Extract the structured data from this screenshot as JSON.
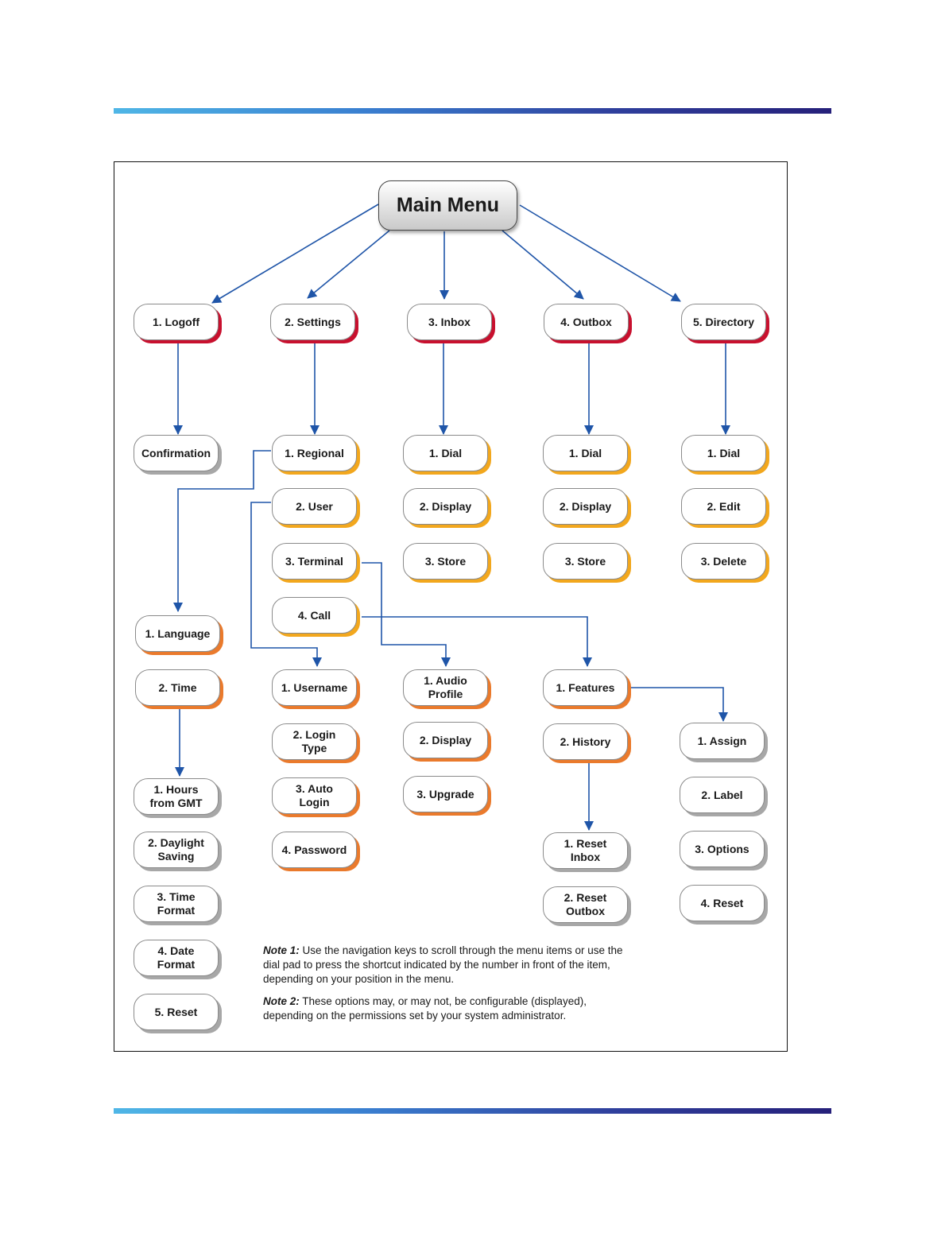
{
  "diagram": {
    "main_menu": "Main Menu",
    "top": {
      "logoff": "1. Logoff",
      "settings": "2. Settings",
      "inbox": "3. Inbox",
      "outbox": "4. Outbox",
      "directory": "5. Directory"
    },
    "logoff_children": {
      "confirmation": "Confirmation"
    },
    "settings_children": {
      "regional": "1. Regional",
      "user": "2. User",
      "terminal": "3. Terminal",
      "call": "4. Call"
    },
    "inbox_children": {
      "dial": "1. Dial",
      "display": "2. Display",
      "store": "3. Store"
    },
    "outbox_children": {
      "dial": "1. Dial",
      "display": "2. Display",
      "store": "3. Store"
    },
    "directory_children": {
      "dial": "1. Dial",
      "edit": "2. Edit",
      "delete": "3. Delete"
    },
    "regional_children": {
      "language": "1. Language",
      "time": "2. Time"
    },
    "time_children": {
      "hours": "1. Hours\nfrom GMT",
      "daylight": "2. Daylight\nSaving",
      "time_format": "3. Time\nFormat",
      "date_format": "4. Date\nFormat",
      "reset": "5. Reset"
    },
    "user_children": {
      "username": "1. Username",
      "login_type": "2. Login\nType",
      "auto_login": "3. Auto\nLogin",
      "password": "4. Password"
    },
    "terminal_children": {
      "audio_profile": "1. Audio\nProfile",
      "display": "2. Display",
      "upgrade": "3. Upgrade"
    },
    "call_children": {
      "features": "1. Features",
      "history": "2. History"
    },
    "history_children": {
      "reset_inbox": "1. Reset\nInbox",
      "reset_outbox": "2. Reset\nOutbox"
    },
    "features_children": {
      "assign": "1. Assign",
      "label": "2. Label",
      "options": "3. Options",
      "reset": "4. Reset"
    },
    "note1_label": "Note 1:",
    "note1_text": " Use the navigation keys to scroll through the menu items or use the dial pad to press the shortcut indicated by the number in front of the item, depending on your position in the menu.",
    "note2_label": "Note 2:",
    "note2_text": " These options may, or may not, be configurable (displayed), depending on the permissions set by your system administrator.",
    "colors": {
      "arrow": "#1f55a8",
      "top_level_shadow": "#c8102e",
      "second_level_shadow": "#f2a71d",
      "third_level_shadow": "#ea7a2c",
      "fourth_level_shadow": "#a7a7a7",
      "rule_start": "#4fb6e6",
      "rule_end": "#26207a"
    }
  }
}
